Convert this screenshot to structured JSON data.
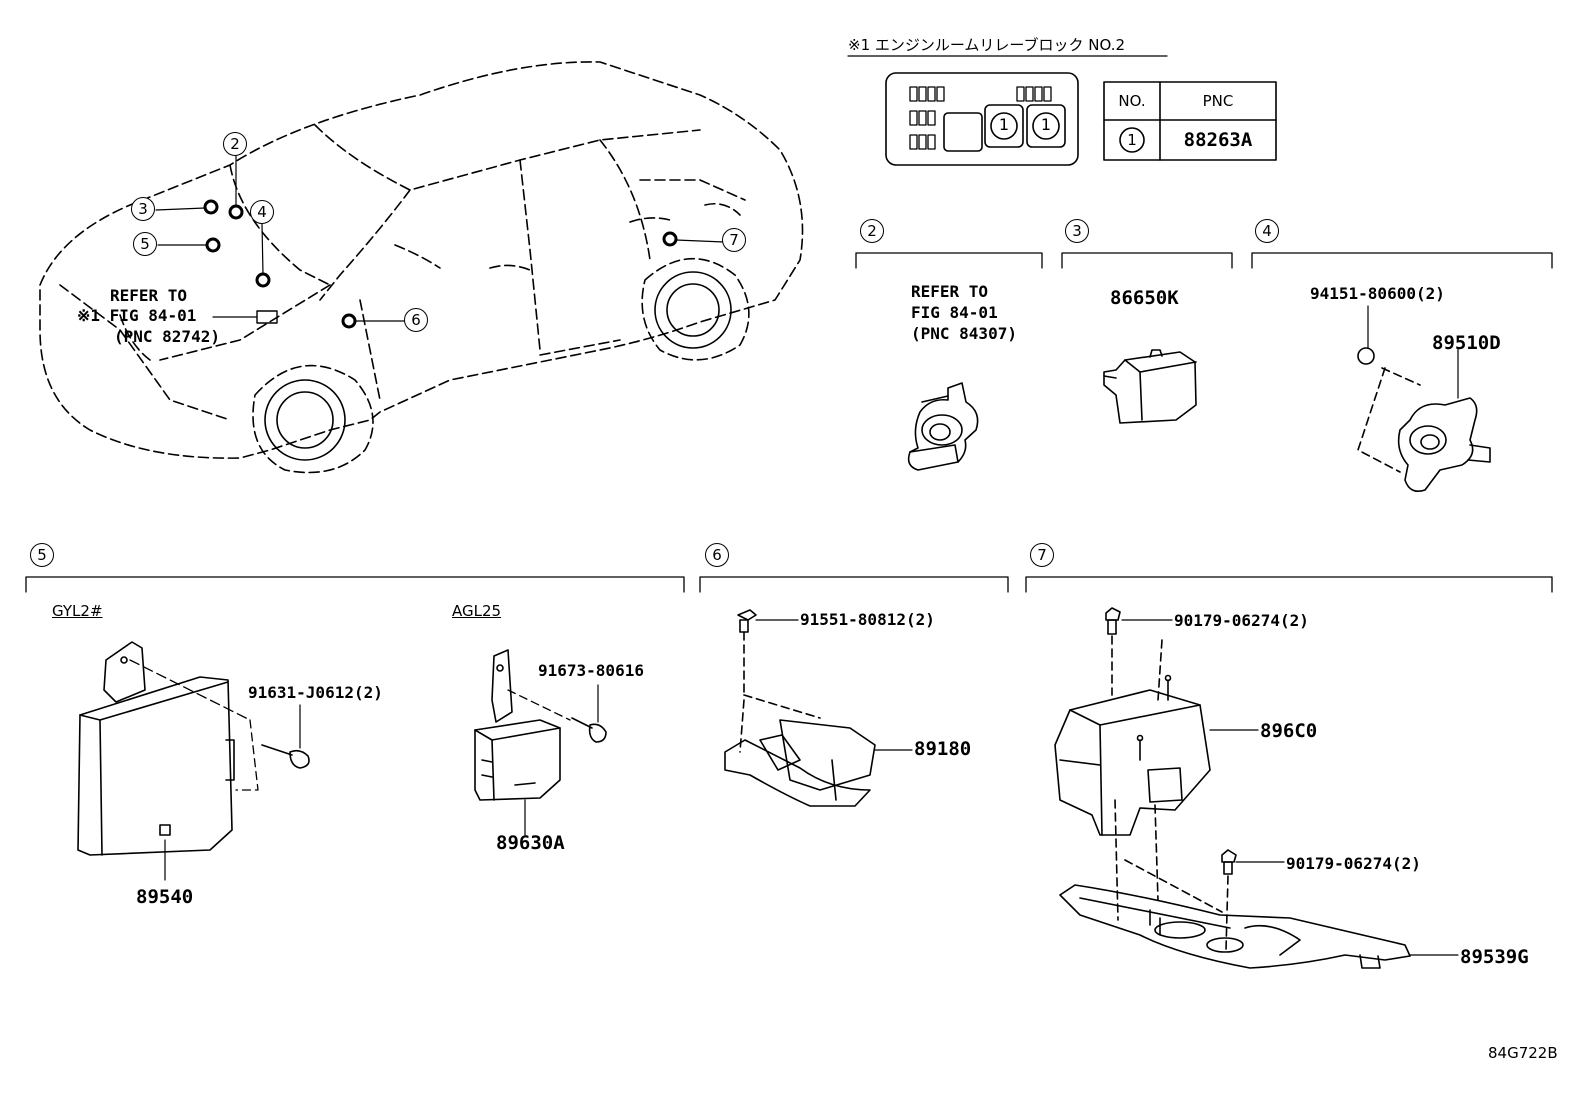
{
  "relay_block": {
    "title": "※1 エンジンルームリレーブロック NO.2",
    "slot_marker": "1",
    "table": {
      "headers": [
        "NO.",
        "PNC"
      ],
      "rows": [
        {
          "no": "1",
          "pnc": "88263A"
        }
      ]
    }
  },
  "vehicle": {
    "callouts": [
      "2",
      "3",
      "4",
      "5",
      "6",
      "7"
    ],
    "refer_note": {
      "line1": "REFER TO",
      "line2": "※1 FIG 84-01",
      "line3": "(PNC 82742)"
    }
  },
  "sections": {
    "s2": {
      "number": "2",
      "refer": {
        "line1": "REFER TO",
        "line2": "FIG 84-01",
        "line3": "(PNC 84307)"
      }
    },
    "s3": {
      "number": "3",
      "part": "86650K"
    },
    "s4": {
      "number": "4",
      "bolt": "94151-80600(2)",
      "part": "89510D"
    },
    "s5": {
      "number": "5",
      "variant_a": "GYL2#",
      "variant_b": "AGL25",
      "bolt_a": "91631-J0612(2)",
      "part_a": "89540",
      "bolt_b": "91673-80616",
      "part_b": "89630A"
    },
    "s6": {
      "number": "6",
      "bolt": "91551-80812(2)",
      "part": "89180"
    },
    "s7": {
      "number": "7",
      "nut_top": "90179-06274(2)",
      "part_top": "896C0",
      "nut_bottom": "90179-06274(2)",
      "part_bracket": "89539G"
    }
  },
  "figure_code": "84G722B"
}
